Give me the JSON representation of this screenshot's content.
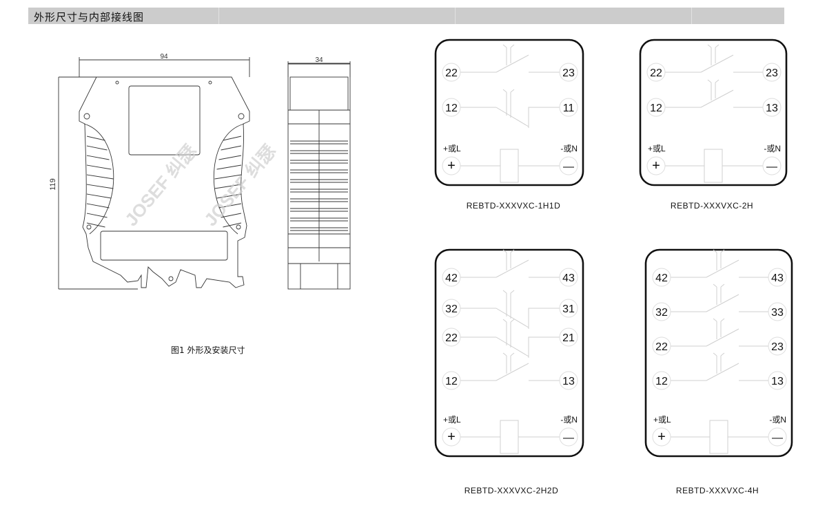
{
  "header": {
    "title": "外形尺寸与内部接线图"
  },
  "drawing": {
    "width_dim": "94",
    "height_dim": "119",
    "depth_dim": "34",
    "watermark": "JOSEF 纠瑟",
    "caption": "图1 外形及安装尺寸"
  },
  "relays": [
    {
      "model": "REBTD-XXXVXC-1H1D",
      "contacts": [
        {
          "left": "22",
          "right": "23",
          "type": "NO"
        },
        {
          "left": "12",
          "right": "11",
          "type": "NC"
        }
      ],
      "plus_label": "+或L",
      "minus_label": "-或N",
      "plus_symbol": "+",
      "minus_symbol": "—"
    },
    {
      "model": "REBTD-XXXVXC-2H",
      "contacts": [
        {
          "left": "22",
          "right": "23",
          "type": "NO"
        },
        {
          "left": "12",
          "right": "13",
          "type": "NO"
        }
      ],
      "plus_label": "+或L",
      "minus_label": "-或N",
      "plus_symbol": "+",
      "minus_symbol": "—"
    },
    {
      "model": "REBTD-XXXVXC-2H2D",
      "contacts": [
        {
          "left": "42",
          "right": "43",
          "type": "NO"
        },
        {
          "left": "32",
          "right": "31",
          "type": "NC"
        },
        {
          "left": "22",
          "right": "21",
          "type": "NC"
        },
        {
          "left": "12",
          "right": "13",
          "type": "NO"
        }
      ],
      "plus_label": "+或L",
      "minus_label": "-或N",
      "plus_symbol": "+",
      "minus_symbol": "—"
    },
    {
      "model": "REBTD-XXXVXC-4H",
      "contacts": [
        {
          "left": "42",
          "right": "43",
          "type": "NO"
        },
        {
          "left": "32",
          "right": "33",
          "type": "NO"
        },
        {
          "left": "22",
          "right": "23",
          "type": "NO"
        },
        {
          "left": "12",
          "right": "13",
          "type": "NO"
        }
      ],
      "plus_label": "+或L",
      "minus_label": "-或N",
      "plus_symbol": "+",
      "minus_symbol": "—"
    }
  ]
}
